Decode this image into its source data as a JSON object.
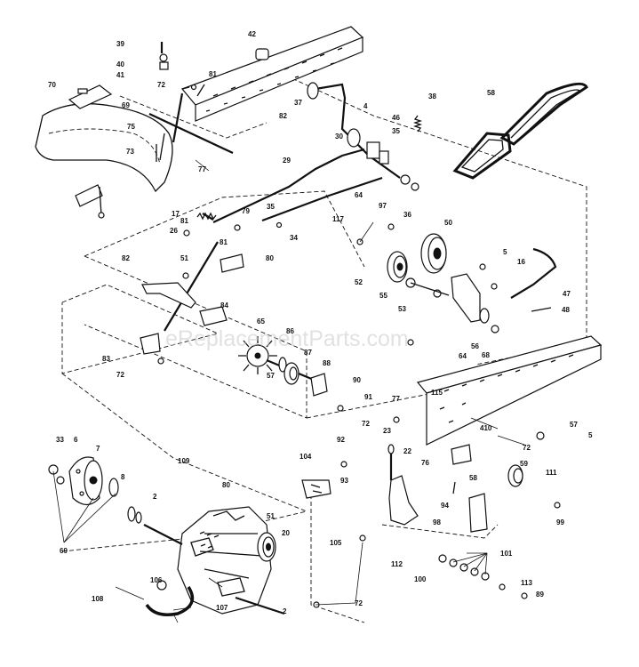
{
  "watermark": "eReplacementParts.com",
  "callouts": [
    "39",
    "40",
    "41",
    "42",
    "70",
    "72",
    "81",
    "69",
    "75",
    "73",
    "77",
    "82",
    "37",
    "30",
    "4",
    "46",
    "38",
    "35",
    "58",
    "29",
    "64",
    "97",
    "36",
    "17",
    "81",
    "79",
    "26",
    "35",
    "34",
    "117",
    "50",
    "81",
    "80",
    "5",
    "16",
    "47",
    "82",
    "51",
    "52",
    "55",
    "53",
    "48",
    "56",
    "64",
    "68",
    "84",
    "65",
    "83",
    "72",
    "86",
    "87",
    "88",
    "57",
    "90",
    "91",
    "77",
    "115",
    "57",
    "5",
    "410",
    "72",
    "76",
    "59",
    "111",
    "33",
    "6",
    "7",
    "109",
    "8",
    "2",
    "80",
    "104",
    "92",
    "72",
    "22",
    "23",
    "93",
    "94",
    "105",
    "98",
    "58",
    "99",
    "101",
    "112",
    "100",
    "51",
    "20",
    "106",
    "108",
    "107",
    "72",
    "2",
    "113",
    "89",
    "69"
  ]
}
